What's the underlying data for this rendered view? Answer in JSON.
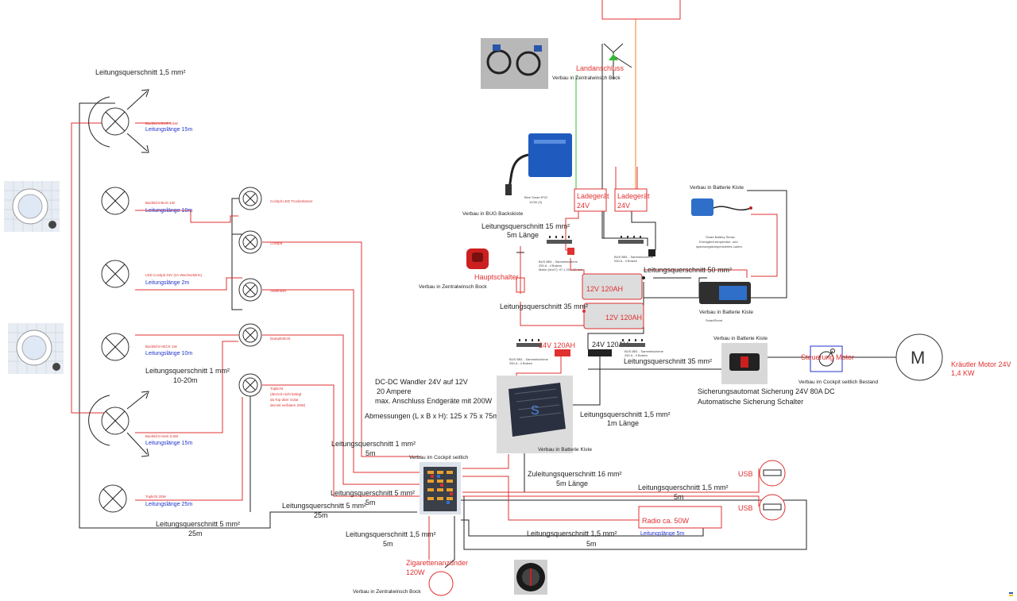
{
  "labels": {
    "top_lamp_cable": "Leitungsquerschnitt 1,5 mm²",
    "landanschluss": "Landanschluss",
    "verbau_zentralwinsch": "Verbau in Zentralwinsch Bock",
    "charger_name": "Blue Smart IP22",
    "charger_spec": "12/30 (3)",
    "verbau_bug_backskiste": "Verbau in BUG Backskiste",
    "ladegeraet": "Ladegerät",
    "v24": "24V",
    "cable_15": "Leitungsquerschnitt 15 mm²",
    "length_5m_lange": "5m Länge",
    "hauptschalter": "Hauptschalter",
    "cable_35": "Leitungsquerschnitt 35 mm²",
    "battery_12v": "12V 120AH",
    "battery_24v": "24V 120AH",
    "cable_50": "Leitungsquerschnitt 50 mm²",
    "verbau_batterie_kiste": "Verbau in Batterie Kiste",
    "smart_battery_sense": "Smart Battery Sense",
    "sense_desc_1": "Ermöglicht temperatur- und",
    "sense_desc_2": "spannungskompensiertes Laden.",
    "smartshunt": "SmartShunt",
    "verbau_cockpit_seitlich": "Verbau im Cockpit seitlich",
    "verbau_cockpit_bestand": "Verbau im Cockpit seitlich Bestand",
    "steuerung_motor": "Steuerung Motor",
    "motor_symbol": "M",
    "motor_name": "Kräutler Motor 24V",
    "motor_power": "1,4 KW",
    "breaker_1": "Sicherungsautomat Sicherung 24V 80A DC",
    "breaker_2": "Automatische Sicherung Schalter",
    "dcdc_1": "DC-DC Wandler 24V auf 12V",
    "dcdc_2": "20 Ampere",
    "dcdc_3": "max. Anschluss Endgeräte mit 200W",
    "dcdc_dims": "Abmessungen (L x B x H): 125 x 75 x 75mm",
    "cable_1_5": "Leitungsquerschnitt 1,5 mm²",
    "length_1m_lange": "1m Länge",
    "cable_1": "Leitungsquerschnitt 1 mm²",
    "length_10_20m": "10-20m",
    "length_5m": "5m",
    "length_25m": "25m",
    "cable_5": "Leitungsquerschnitt 5 mm²",
    "zuleitung_16": "Zuleitungsquerschnitt 16 mm²",
    "usb": "USB",
    "radio": "Radio ca. 50W",
    "radio_length": "Leitungslänge 5m",
    "zigarette_1": "Zigarettenanzünder",
    "zigarette_2": "120W",
    "busbar_a": "BUS BB1 - Sammelschiene",
    "busbar_b": "250 A - 4 Bolzen",
    "busbar_c": "Maße (lxhxT): 97 x 25 x 22 mm",
    "switch_1": "Cockpit LED Trockenlamer",
    "switch_2": "Cockpit",
    "switch_3": "Ankerlicht",
    "switch_4": "Dampferlicht",
    "switch_5a": "Topliicht",
    "switch_5b": "(derzeit nicht belegt",
    "switch_5c": "da Top über Solar",
    "switch_5d": "derzeit verbaten 20W)"
  },
  "lamps": [
    {
      "name": "Backlicht BUG 0,5W",
      "length": "Leitungslänge 15m"
    },
    {
      "name": "Backlicht BUG 1W",
      "length": "Leitungslänge 10m"
    },
    {
      "name": "LED Cockpit 24V (2A Wechselstrm)",
      "length": "Leitungslänge 2m"
    },
    {
      "name": "Backlicht HECK 1W",
      "length": "Leitungslänge 10m"
    },
    {
      "name": "Backlicht Heck 0,5W",
      "length": "Leitungslänge 15m"
    },
    {
      "name": "Toplicht 20W",
      "length": "Leitungslänge 25m"
    }
  ],
  "colors": {
    "wire_red": "#e03030",
    "wire_black": "#222222",
    "wire_green": "#33bb33",
    "wire_orange": "#f08020",
    "battery_fill": "#dddddd",
    "steuerung_box": "#2233cc"
  }
}
